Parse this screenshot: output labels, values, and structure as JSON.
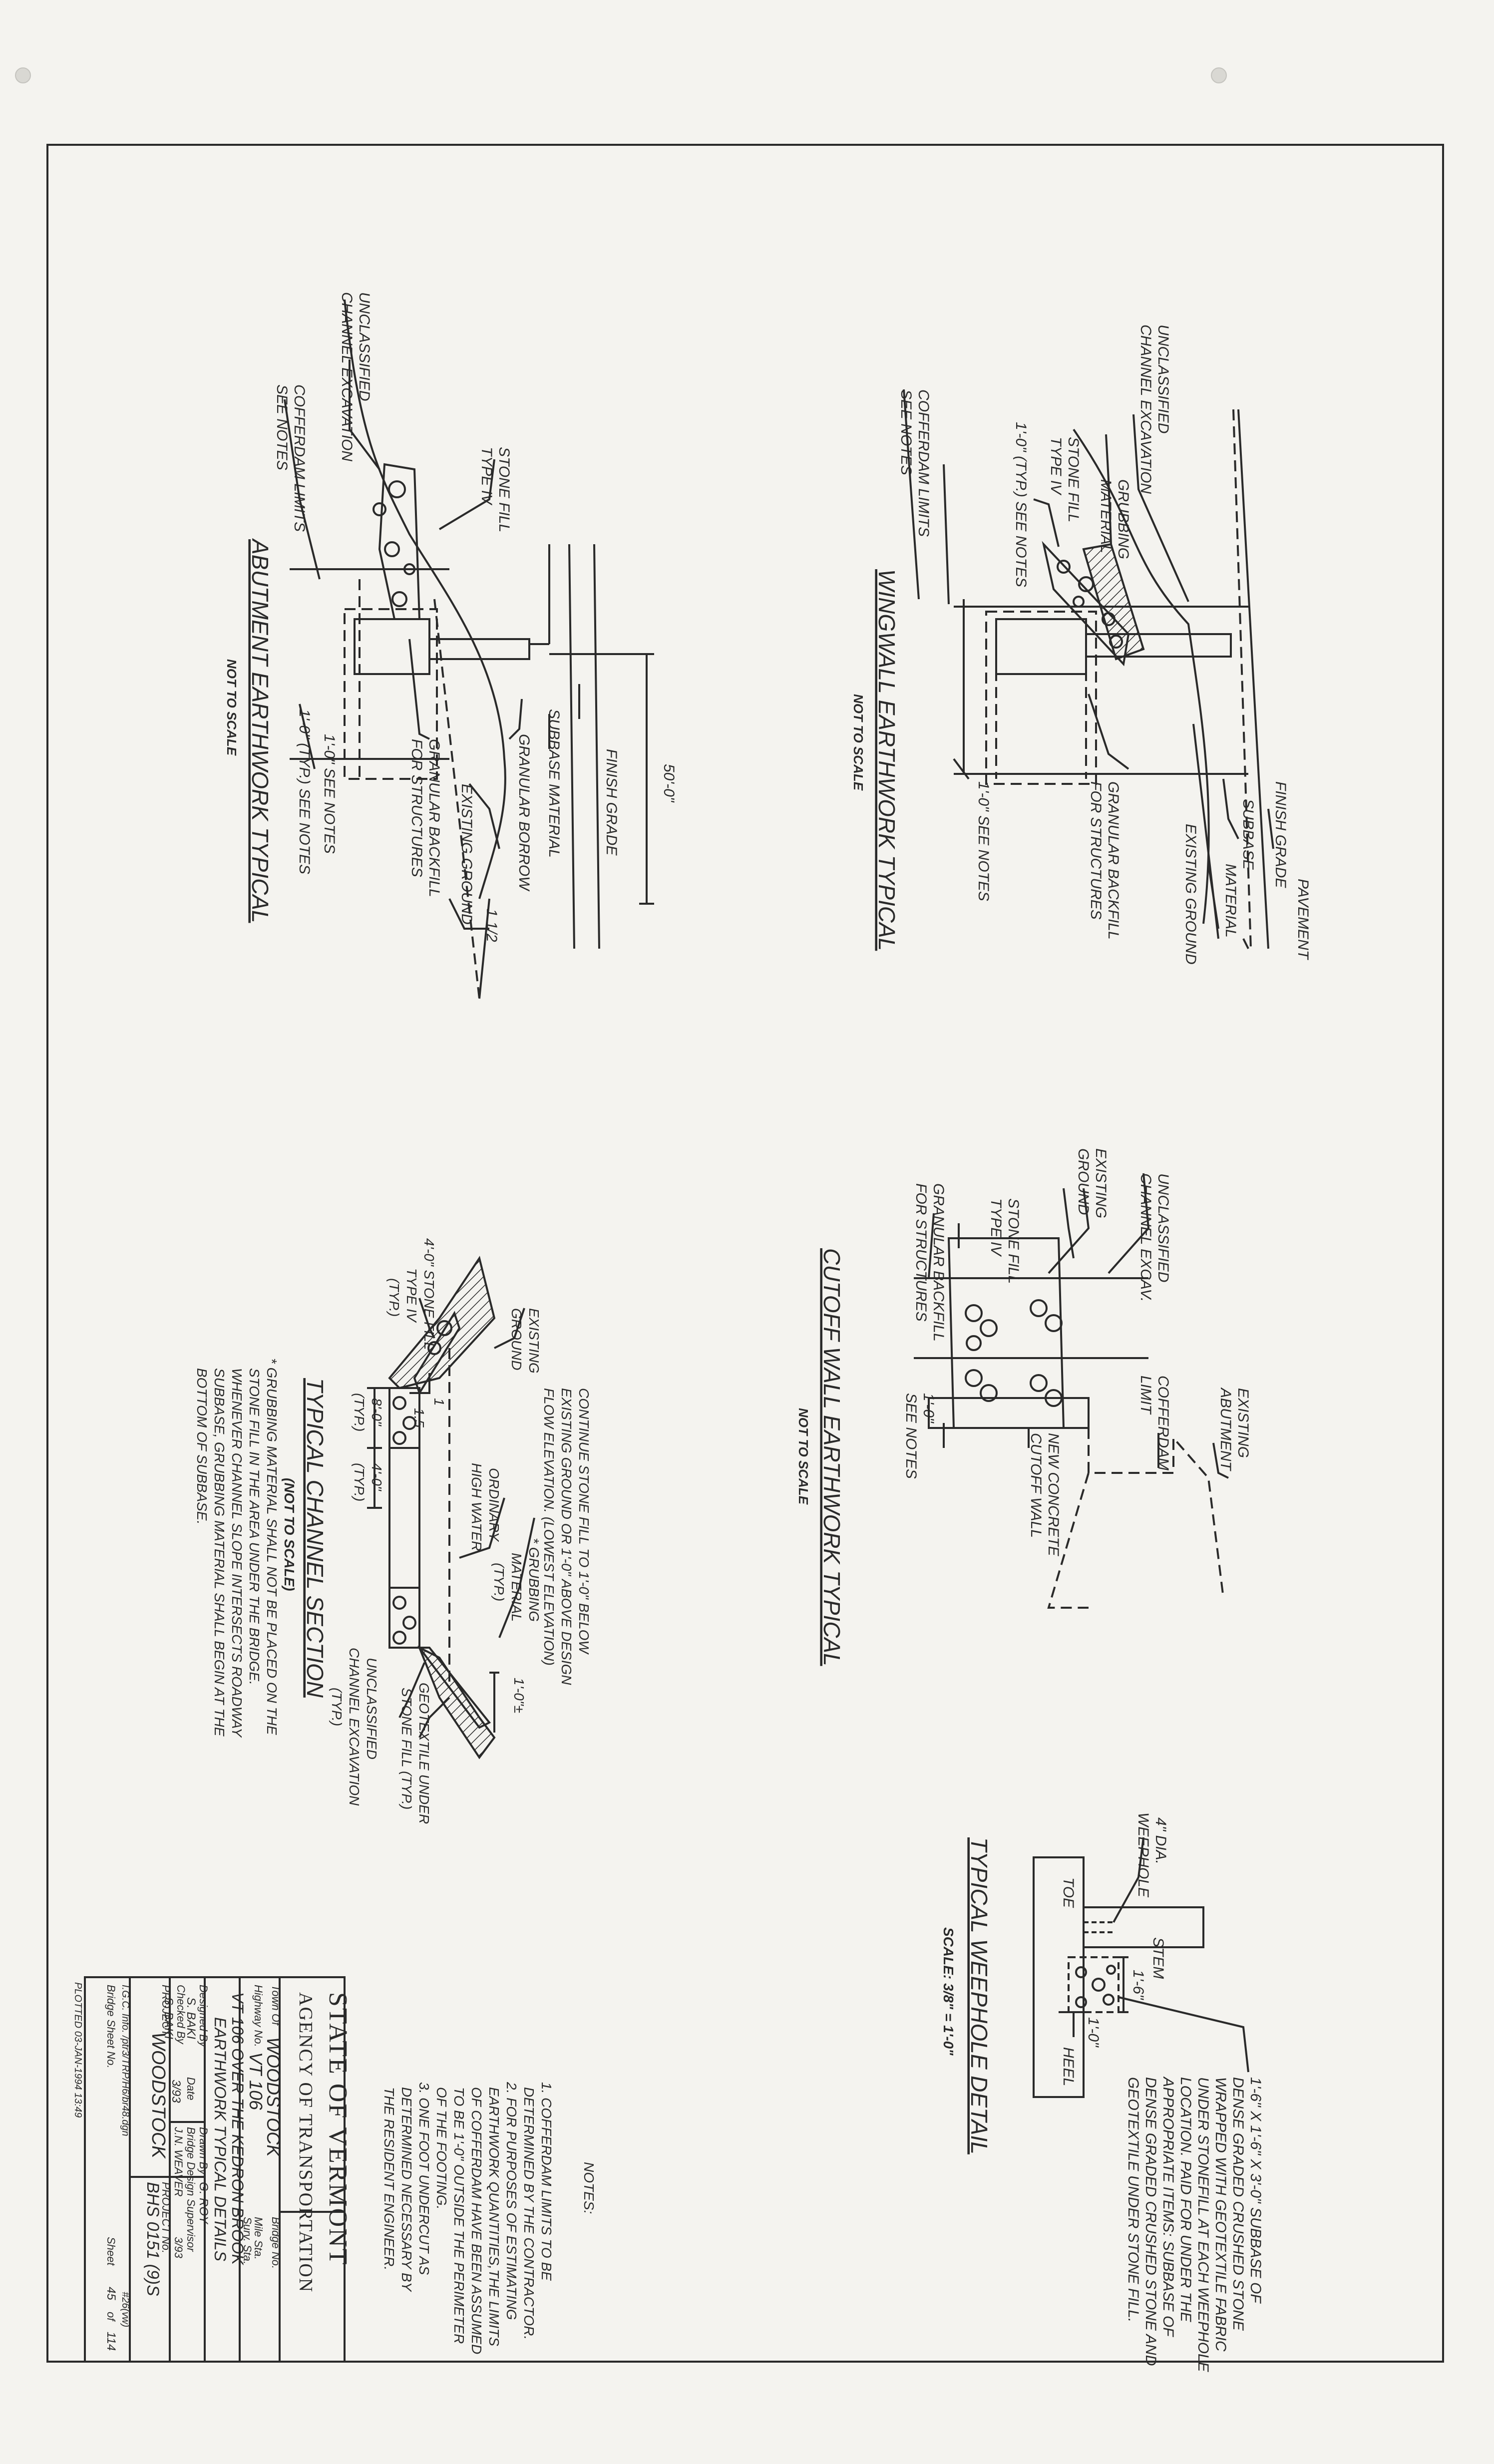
{
  "colors": {
    "paper": "#f4f3ef",
    "ink": "#2a2a2a",
    "dash": "#3a3a3a"
  },
  "wingwall": {
    "title": "WINGWALL EARTHWORK TYPICAL",
    "scale": "NOT TO SCALE",
    "labels": {
      "unclassified1": "UNCLASSIFIED",
      "unclassified2": "CHANNEL EXCAVATION",
      "grubbing1": "GRUBBING",
      "grubbing2": "MATERIAL",
      "stonefill1": "STONE FILL",
      "stonefill2": "TYPE IV",
      "typ": "1'-0\" (TYP.) SEE NOTES",
      "cofferdam1": "COFFERDAM LIMITS",
      "cofferdam2": "SEE NOTES",
      "granular1": "GRANULAR BACKFILL",
      "granular2": "FOR STRUCTURES",
      "seenotes": "1'-0\" SEE NOTES",
      "finish": "FINISH GRADE",
      "subbase": "SUBBASE",
      "material": "MATERIAL",
      "existing": "EXISTING GROUND",
      "pavement": "PAVEMENT"
    }
  },
  "abutment": {
    "title": "ABUTMENT EARTHWORK TYPICAL",
    "scale": "NOT TO SCALE",
    "labels": {
      "unclassified1": "UNCLASSIFIED",
      "unclassified2": "CHANNEL EXCAVATION",
      "cofferdam1": "COFFERDAM LIMITS",
      "cofferdam2": "SEE NOTES",
      "stonefill1": "STONE FILL",
      "stonefill2": "TYPE IV",
      "typ": "1'-0\" (TYP.) SEE NOTES",
      "seenotes": "1'-0\" SEE NOTES",
      "granular1": "GRANULAR BACKFILL",
      "granular2": "FOR STRUCTURES",
      "existing": "EXISTING GROUND",
      "borrow": "GRANULAR BORROW",
      "subbase": "SUBBASE MATERIAL",
      "finish": "FINISH GRADE",
      "dim": "50'-0\"",
      "slope": "1 1/2"
    }
  },
  "cutoff": {
    "title": "CUTOFF WALL EARTHWORK TYPICAL",
    "scale": "NOT TO SCALE",
    "labels": {
      "unclassified1": "UNCLASSIFIED",
      "unclassified2": "CHANNEL EXCAV.",
      "existing1": "EXISTING",
      "existing2": "GROUND",
      "stonefill1": "STONE FILL",
      "stonefill2": "TYPE IV",
      "granular1": "GRANULAR BACKFILL",
      "granular2": "FOR STRUCTURES",
      "existabut1": "EXISTING",
      "existabut2": "ABUTMENT",
      "cofferdam1": "COFFERDAM",
      "cofferdam2": "LIMIT",
      "newcutoff1": "NEW CONCRETE",
      "newcutoff2": "CUTOFF WALL",
      "seenotes1": "1'-0\"",
      "seenotes2": "SEE NOTES"
    }
  },
  "channel": {
    "title": "TYPICAL CHANNEL SECTION",
    "scale": "(NOT TO SCALE)",
    "labels": {
      "existing1": "EXISTING",
      "existing2": "GROUND",
      "stonefill1": "4'-0\" STONE FILL",
      "stonefill2": "TYPE IV",
      "stonefill3": "(TYP.)",
      "continue1": "CONTINUE STONE FILL TO 1'-0\" BELOW",
      "continue2": "EXISTING GROUND OR 1'-0\" ABOVE DESIGN",
      "continue3": "FLOW ELEVATION. (LOWEST ELEVATION)",
      "grubbing1": "* GRUBBING",
      "grubbing2": "MATERIAL",
      "grubbing3": "(TYP.)",
      "ohw1": "ORDINARY",
      "ohw2": "HIGH WATER",
      "slope": "1.5",
      "one": "1",
      "dim8": "8'-0\"",
      "dim8typ": "(TYP.)",
      "dim4": "4'-0\"",
      "dim4typ": "(TYP.)",
      "onefoot": "1'-0\"±",
      "geotextile1": "GEOTEXTILE UNDER",
      "geotextile2": "STONE FILL (TYP.)",
      "unclass1": "UNCLASSIFIED",
      "unclass2": "CHANNEL EXCAVATION",
      "unclass3": "(TYP.)",
      "note1": "* GRUBBING MATERIAL SHALL NOT BE PLACED ON THE",
      "note2": "STONE FILL IN THE AREA UNDER THE BRIDGE.",
      "note3": "WHENEVER CHANNEL SLOPE INTERSECTS ROADWAY",
      "note4": "SUBBASE, GRUBBING MATERIAL SHALL BEGIN AT THE",
      "note5": "BOTTOM OF SUBBASE."
    }
  },
  "weephole": {
    "title": "TYPICAL WEEPHOLE DETAIL",
    "scale": "SCALE: 3/8\" = 1'-0\"",
    "labels": {
      "dia1": "4\" DIA.",
      "dia2": "WEEPHOLE",
      "toe": "TOE",
      "heel": "HEEL",
      "stem": "STEM",
      "dim1": "1'-6\"",
      "dim2": "1'-0\"",
      "spec1": "1'-6\" X 1'-6\" X 3'-0\" SUBBASE OF",
      "spec2": "DENSE GRADED CRUSHED STONE",
      "spec3": "WRAPPED WITH GEOTEXTILE FABRIC",
      "spec4": "UNDER STONEFILL AT EACH WEEPHOLE",
      "spec5": "LOCATION. PAID FOR UNDER THE",
      "spec6": "APPROPRIATE ITEMS: SUBBASE OF",
      "spec7": "DENSE GRADED CRUSHED STONE AND",
      "spec8": "GEOTEXTILE UNDER STONE FILL."
    }
  },
  "notes": {
    "heading": "NOTES:",
    "n1a": "1. COFFERDAM LIMITS TO BE",
    "n1b": "DETERMINED BY THE CONTRACTOR.",
    "n2a": "2. FOR PURPOSES OF ESTIMATING",
    "n2b": "EARTHWORK QUANTITIES,THE LIMITS",
    "n2c": "OF COFFERDAM HAVE BEEN ASSUMED",
    "n2d": "TO BE 1'-0\" OUTSIDE THE PERIMETER",
    "n2e": "OF THE FOOTING.",
    "n3a": "3. ONE FOOT UNDERCUT AS",
    "n3b": "DETERMINED NECESSARY BY",
    "n3c": "THE RESIDENT ENGINEER."
  },
  "titleblock": {
    "state": "STATE OF VERMONT",
    "agency": "AGENCY OF TRANSPORTATION",
    "town_label": "Town Of",
    "town": "WOODSTOCK",
    "bridge_no": "Bridge No.",
    "highway_label": "Highway No.",
    "highway": "VT 106",
    "mile_sta": "Mile Sta.",
    "surv_sta": "Surv. Sta.",
    "desc1": "VT 106 OVER THE KEDRON BROOK",
    "desc2": "EARTHWORK TYPICAL DETAILS",
    "designed": "Designed By",
    "designer": "S. BAKI",
    "drawn": "Drawn By",
    "drawer": "G. ROY",
    "checked": "Checked By",
    "checker": "S. BAKI",
    "date_label": "Date",
    "date1": "3/93",
    "supervisor_label": "Bridge Design Supervisor",
    "supervisor": "J.N. WEAVER",
    "date2": "3/93",
    "project_label": "PROJECT",
    "project": "WOODSTOCK",
    "project_no_label": "PROJECT No.",
    "project_no": "BHS 0151 (9)S",
    "file": "I.G.C. Info. /ptr3/TRP/H6/br48.dgn",
    "extra": "#26(vw)",
    "bridge_sheet": "Bridge Sheet No.",
    "sheet": "Sheet",
    "sheet_no": "45",
    "of": "of",
    "sheet_total": "114",
    "plotted": "PLOTTED 03-JAN-1994 13:49"
  }
}
